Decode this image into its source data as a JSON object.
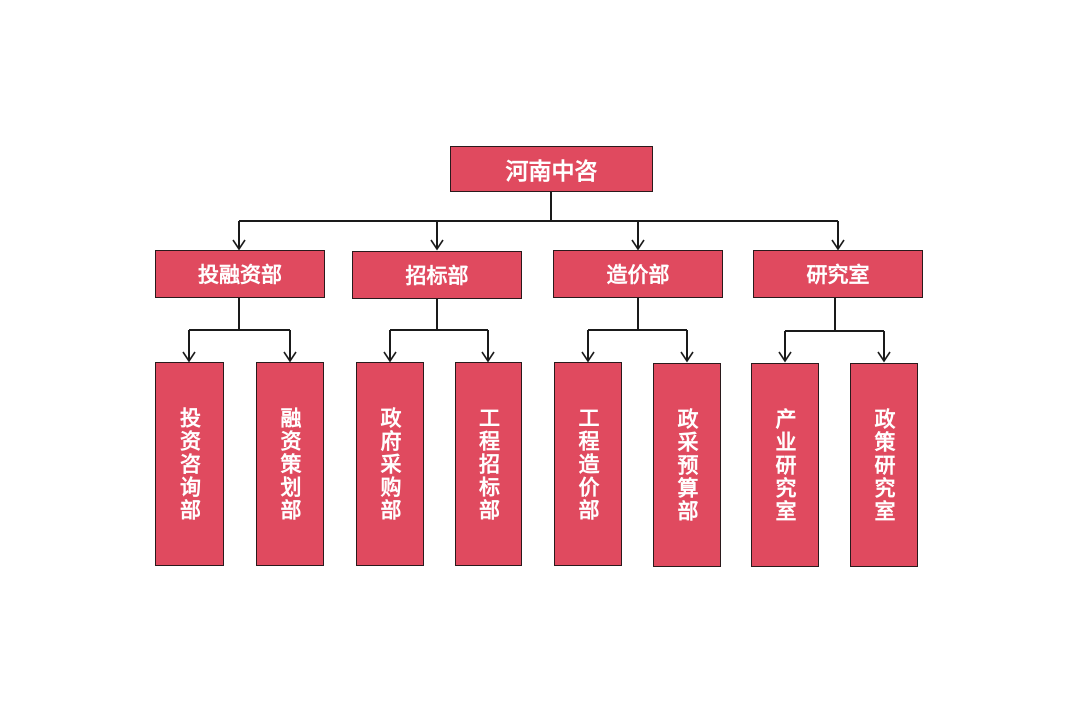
{
  "root": "河南中咨",
  "departments": [
    {
      "name": "投融资部",
      "children": [
        "投资咨询部",
        "融资策划部"
      ]
    },
    {
      "name": "招标部",
      "children": [
        "政府采购部",
        "工程招标部"
      ]
    },
    {
      "name": "造价部",
      "children": [
        "工程造价部",
        "政采预算部"
      ]
    },
    {
      "name": "研究室",
      "children": [
        "产业研究室",
        "政策研究室"
      ]
    }
  ],
  "colors": {
    "box_fill": "#e04a5f",
    "border": "#2a1a1c",
    "line": "#1a1a1a",
    "text": "#ffffff"
  }
}
